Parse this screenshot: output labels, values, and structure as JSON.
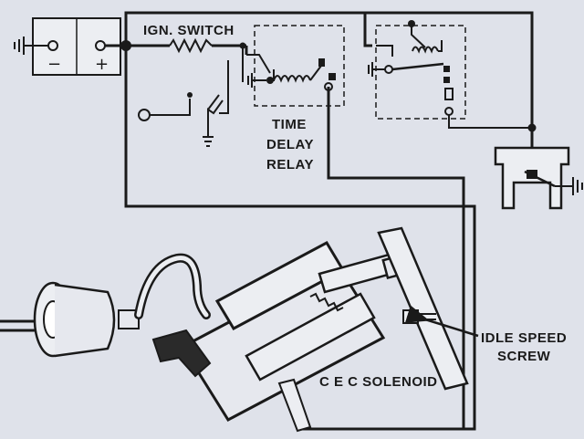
{
  "labels": {
    "ign_switch": "IGN. SWITCH",
    "time_delay_1": "TIME",
    "time_delay_2": "DELAY",
    "time_delay_3": "RELAY",
    "idle_speed_1": "IDLE SPEED",
    "idle_speed_2": "SCREW",
    "cec_solenoid": "C E C SOLENOID"
  },
  "battery": {
    "minus": "−",
    "plus": "+"
  },
  "colors": {
    "ink": "#1a1a1a",
    "paper": "#dfe2ea",
    "dark_fill": "#2a2a2a"
  }
}
